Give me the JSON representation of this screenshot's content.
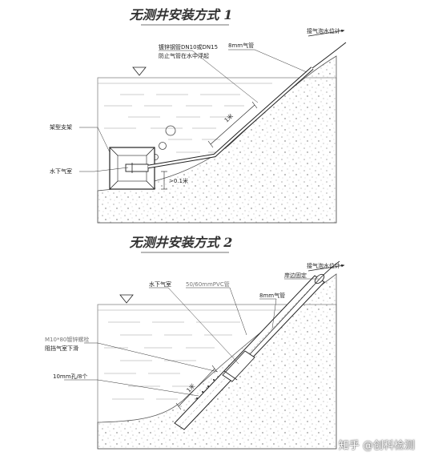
{
  "diagram1": {
    "title": "无测井安装方式 1",
    "labels": {
      "to_meter": "接气泡水位计",
      "pipe_spec_line1": "镀锌钢管DN10或DN15",
      "pipe_spec_line2": "防止气管在水中浮起",
      "tube": "8mm气管",
      "bracket": "架型支架",
      "chamber": "水下气室",
      "depth": ">0.1米",
      "spacing": "1米"
    }
  },
  "diagram2": {
    "title": "无测井安装方式 2",
    "labels": {
      "to_meter": "接气泡水位计",
      "shore_fix": "岸边固定",
      "tube": "8mm气管",
      "pvc": "50/60mmPVC管",
      "chamber": "水下气室",
      "bolt_line1": "M10*80镀锌螺栓",
      "bolt_line2": "阻挡气室下滑",
      "holes": "10mm孔/8个",
      "spacing": "1米"
    }
  },
  "watermark": "知乎 @创科检测"
}
